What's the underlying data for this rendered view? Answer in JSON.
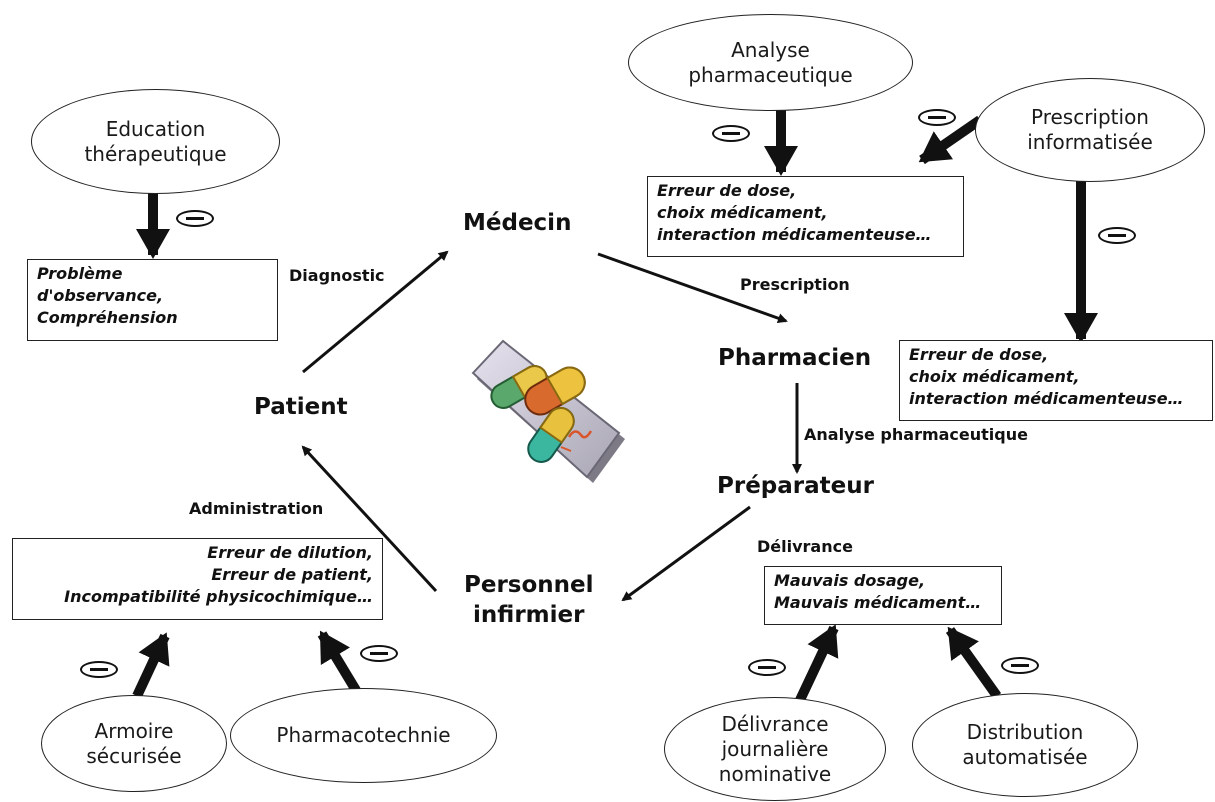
{
  "actors": {
    "medecin": "Médecin",
    "pharmacien": "Pharmacien",
    "preparateur": "Préparateur",
    "personnel": "Personnel\ninfirmier",
    "patient": "Patient"
  },
  "flows": {
    "diagnostic": "Diagnostic",
    "prescription": "Prescription",
    "analyse": "Analyse pharmaceutique",
    "delivrance": "Délivrance",
    "administration": "Administration"
  },
  "errors": {
    "prescription_top": "Erreur de dose,\nchoix médicament,\ninteraction médicamenteuse…",
    "prescription_right": "Erreur de dose,\nchoix médicament,\ninteraction médicamenteuse…",
    "observance": "Problème\nd'observance,\nCompréhension",
    "administration": "Erreur de dilution,\nErreur de patient,\nIncompatibilité physicochimique…",
    "delivrance": "Mauvais dosage,\nMauvais médicament…"
  },
  "measures": {
    "education": "Education\nthérapeutique",
    "analyse_pharma": "Analyse\npharmaceutique",
    "prescription_info": "Prescription\ninformatisée",
    "armoire": "Armoire\nsécurisée",
    "pharmacotechnie": "Pharmacotechnie",
    "delivrance_journaliere": "Délivrance\njournalière\nnominative",
    "distribution_auto": "Distribution\nautomatisée"
  },
  "icons": {
    "center_image": "pills-on-prescription-icon",
    "reduction_sign": "minus-sign-icon"
  }
}
